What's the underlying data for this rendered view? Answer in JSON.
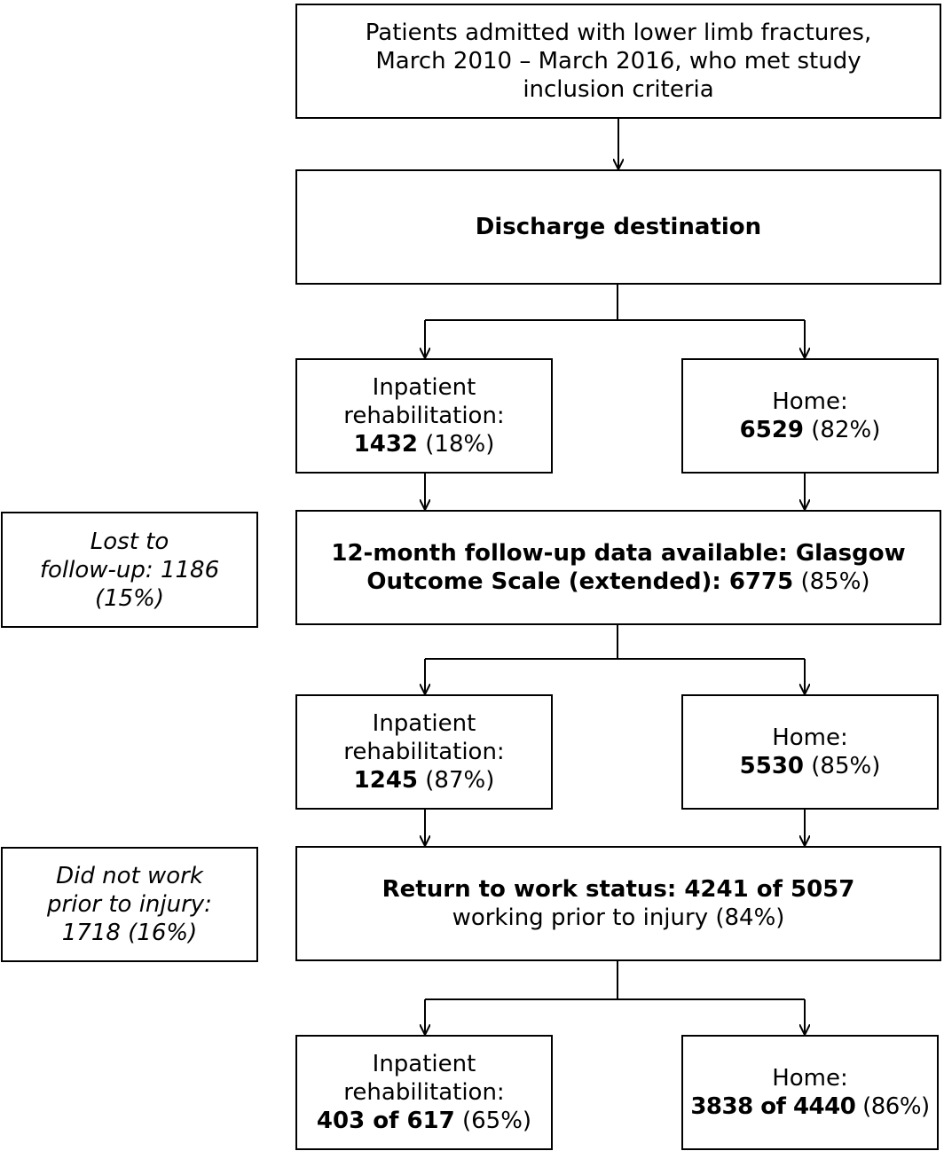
{
  "flowchart": {
    "start": {
      "line1": "Patients admitted with lower limb fractures,",
      "line2": "March 2010 – March 2016, who met study",
      "line3": "inclusion criteria"
    },
    "discharge": {
      "label": "Discharge destination"
    },
    "tier1": {
      "inpatient": {
        "line1": "Inpatient",
        "line2": "rehabilitation:",
        "count": "1432",
        "pct": "(18%)"
      },
      "home": {
        "line1": "Home:",
        "count": "6529",
        "pct": "(82%)"
      }
    },
    "followup": {
      "line1": "12-month follow-up data available: Glasgow",
      "line2_bold": "Outcome Scale (extended): 6775",
      "line2_pct": "(85%)"
    },
    "lost": {
      "line1": "Lost to",
      "line2": "follow-up: 1186",
      "line3": "(15%)"
    },
    "tier2": {
      "inpatient": {
        "line1": "Inpatient",
        "line2": "rehabilitation:",
        "count": "1245",
        "pct": "(87%)"
      },
      "home": {
        "line1": "Home:",
        "count": "5530",
        "pct": "(85%)"
      }
    },
    "rtw": {
      "line1_bold": "Return to work status: 4241 of 5057",
      "line2": "working prior to injury (84%)"
    },
    "notwork": {
      "line1": "Did not work",
      "line2": "prior to injury:",
      "line3": "1718 (16%)"
    },
    "tier3": {
      "inpatient": {
        "line1": "Inpatient",
        "line2": "rehabilitation:",
        "count": "403 of 617",
        "pct": "(65%)"
      },
      "home": {
        "line1": "Home:",
        "count": "3838 of 4440",
        "pct": "(86%)"
      }
    }
  }
}
